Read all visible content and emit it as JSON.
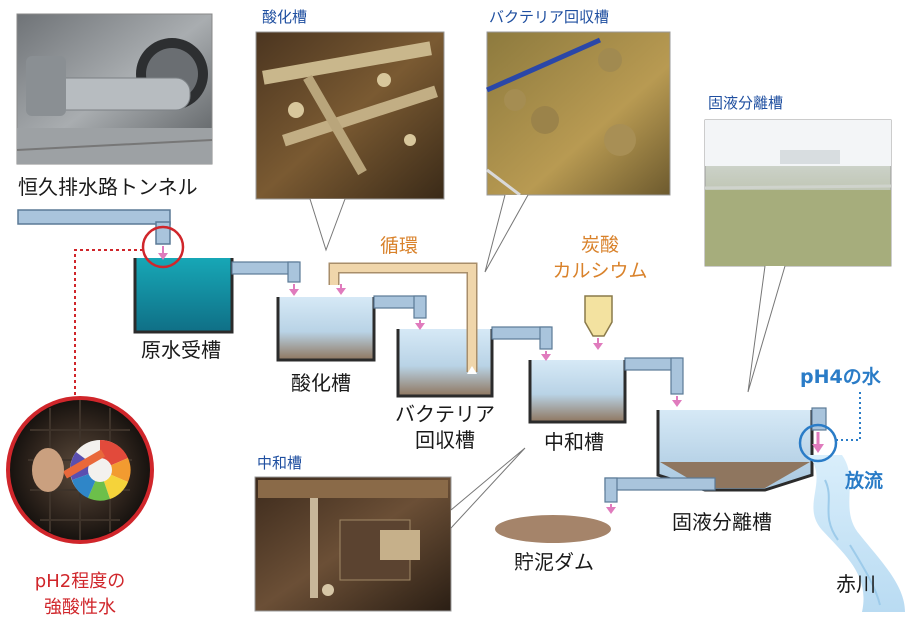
{
  "photos": {
    "tunnel": "",
    "oxidation": "酸化槽",
    "bacteria": "バクテリア回収槽",
    "separation": "固液分離槽",
    "neutral": "中和槽"
  },
  "labels": {
    "tunnel": "恒久排水路トンネル",
    "raw_tank": "原水受槽",
    "oxidation_tank": "酸化槽",
    "bacteria_tank_1": "バクテリア",
    "bacteria_tank_2": "回収槽",
    "neutral_tank": "中和槽",
    "separation_tank": "固液分離槽",
    "sludge_dam": "貯泥ダム",
    "river": "赤川",
    "circulation": "循環",
    "carbonate_1": "炭酸",
    "carbonate_2": "カルシウム",
    "ph2_1": "pH2程度の",
    "ph2_2": "強酸性水",
    "ph4": "pH4の水",
    "discharge": "放流"
  },
  "colors": {
    "pipe": "#a9c4dc",
    "pipe_edge": "#5b7a96",
    "raw_water": "#1f9aab",
    "tank_water_top": "#cfe3f2",
    "sludge": "#9a7a63",
    "circulation_pipe": "#f0d6ab",
    "arrow": "#e07bbd",
    "red": "#d0262b",
    "blue": "#2a7cc7",
    "river": "#cfe6f7"
  }
}
